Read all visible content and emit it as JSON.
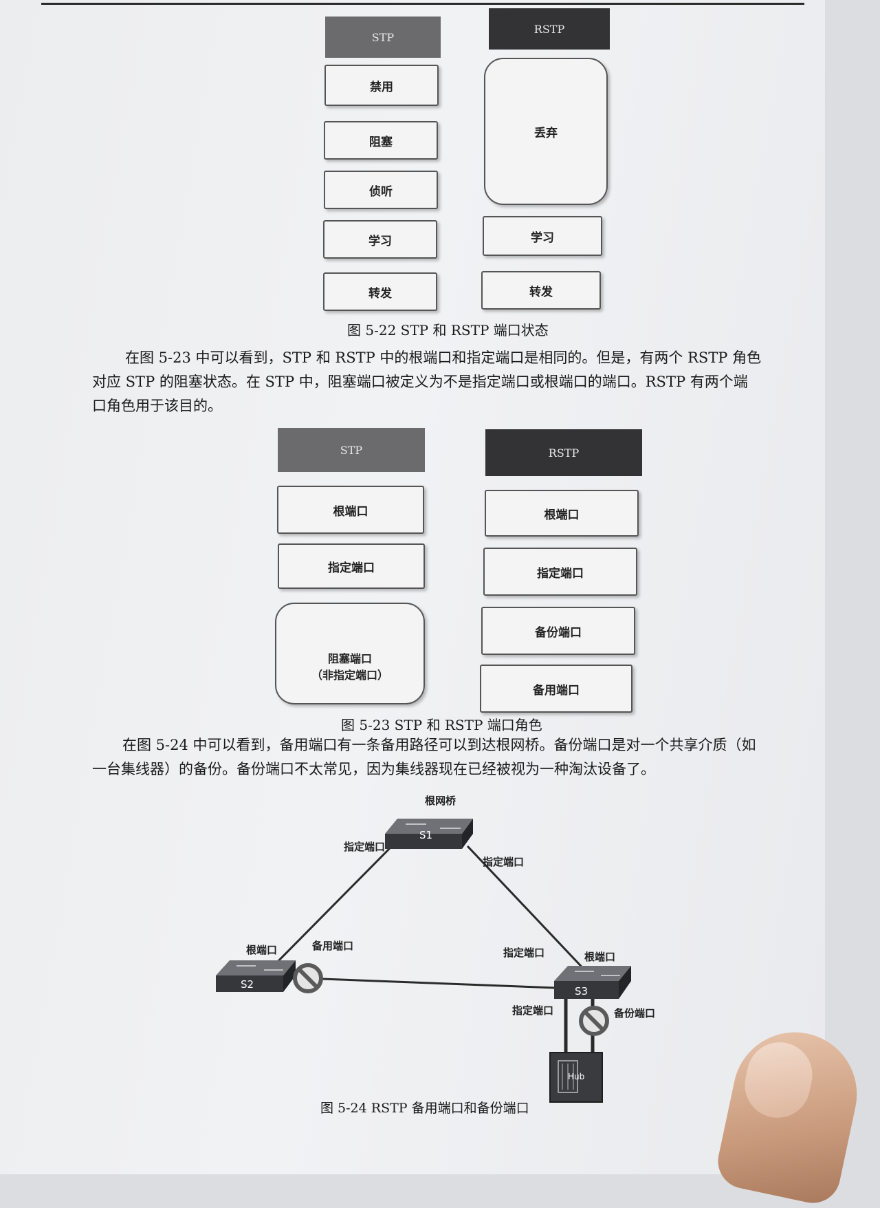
{
  "fig22": {
    "stp_header": "STP",
    "rstp_header": "RSTP",
    "stp_states": [
      "禁用",
      "阻塞",
      "侦听",
      "学习",
      "转发"
    ],
    "rstp_states": [
      "丢弃",
      "学习",
      "转发"
    ],
    "caption": "图 5-22   STP 和 RSTP 端口状态"
  },
  "paragraph1": [
    "在图 5-23 中可以看到，STP 和 RSTP 中的根端口和指定端口是相同的。但是，有两个 RSTP 角色",
    "对应 STP 的阻塞状态。在 STP 中，阻塞端口被定义为不是指定端口或根端口的端口。RSTP 有两个端",
    "口角色用于该目的。"
  ],
  "fig23": {
    "stp_header": "STP",
    "rstp_header": "RSTP",
    "stp_roles": [
      "根端口",
      "指定端口",
      "阻塞端口\n（非指定端口）"
    ],
    "rstp_roles": [
      "根端口",
      "指定端口",
      "备份端口",
      "备用端口"
    ],
    "caption": "图 5-23   STP 和 RSTP 端口角色"
  },
  "paragraph2": [
    "在图 5-24 中可以看到，备用端口有一条备用路径可以到达根网桥。备份端口是对一个共享介质（如",
    "一台集线器）的备份。备份端口不太常见，因为集线器现在已经被视为一种淘汰设备了。"
  ],
  "fig24": {
    "root_bridge_label": "根网桥",
    "s1": "S1",
    "s2": "S2",
    "s3": "S3",
    "hub": "Hub",
    "s1_left_port": "指定端口",
    "s1_right_port": "指定端口",
    "s2_root_port": "根端口",
    "s2_alt_port": "备用端口",
    "s3_designated_port": "指定端口",
    "s3_root_port": "根端口",
    "s3_hub_designated": "指定端口",
    "s3_backup_port": "备份端口",
    "caption": "图 5-24   RSTP 备用端口和备份端口"
  }
}
